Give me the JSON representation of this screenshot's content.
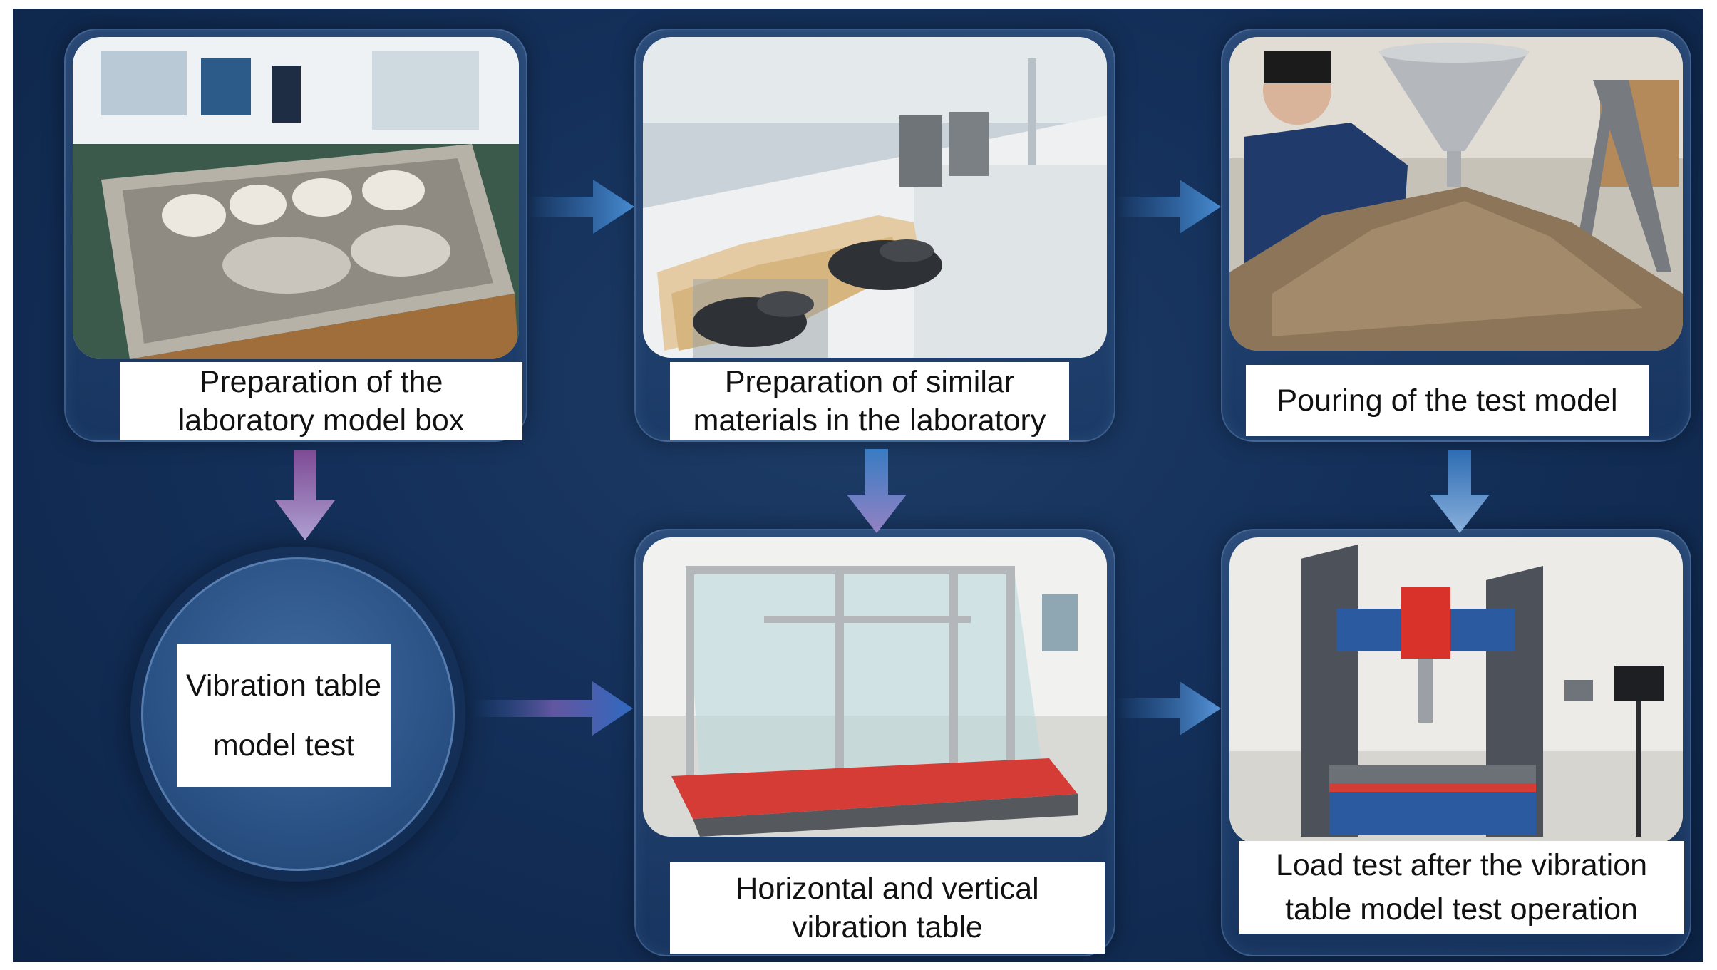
{
  "steps": {
    "model_box": {
      "line1": "Preparation of the",
      "line2": "laboratory model box"
    },
    "similar_materials": {
      "line1": "Preparation of similar",
      "line2": "materials in the laboratory"
    },
    "pouring": {
      "line1": "Pouring of the test model"
    },
    "vibration_test": {
      "line1": "Vibration table",
      "line2": "model test"
    },
    "shake_table": {
      "line1": "Horizontal and vertical",
      "line2": "vibration table"
    },
    "load_test": {
      "line1": "Load test after the vibration",
      "line2": "table model test operation"
    }
  },
  "colors": {
    "background": "#14305a",
    "label_background": "#ffffff",
    "arrow_blue": "#3a7fc8",
    "arrow_violet": "#9a86c8"
  }
}
